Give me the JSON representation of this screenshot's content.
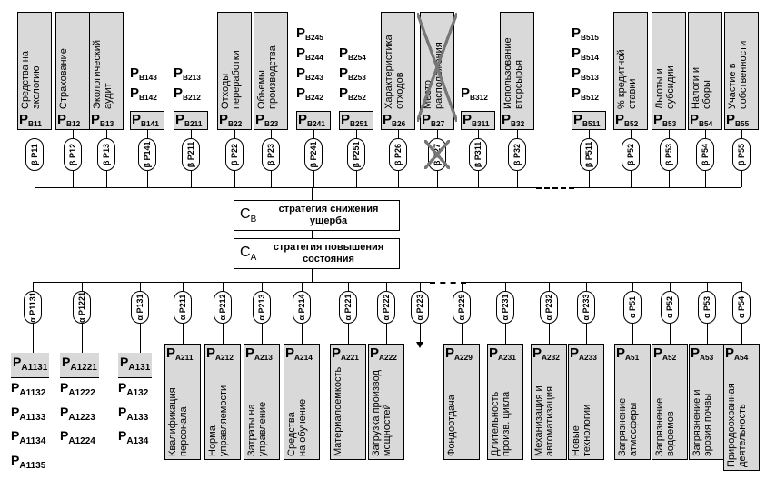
{
  "center": {
    "b_symbol": "C",
    "b_sub": "B",
    "b_text": "стратегия снижения ущерба",
    "a_symbol": "C",
    "a_sub": "A",
    "a_text": "стратегия повышения состояния"
  },
  "top": {
    "boxes": [
      {
        "text": "Средства на\nэкологию",
        "sub": "B11",
        "beta": "P11"
      },
      {
        "text": "Страхование",
        "sub": "B12",
        "beta": "P12"
      },
      {
        "text": "Экологический\nаудит",
        "sub": "B13",
        "beta": "P13"
      },
      {
        "text": "Отходы\nпереработки",
        "sub": "B22",
        "beta": "P22"
      },
      {
        "text": "Объемы\nпроизводства",
        "sub": "B23",
        "beta": "P23"
      },
      {
        "text": "Характеристика\nотходов",
        "sub": "B26",
        "beta": "P26"
      },
      {
        "text": "Место\nрасположения",
        "sub": "B27",
        "beta": "P27"
      },
      {
        "text": "Использование\nвторсырья",
        "sub": "B32",
        "beta": "P32"
      },
      {
        "text": "% кредитной\nставки",
        "sub": "B52",
        "beta": "P52"
      },
      {
        "text": "Льготы и\nсубсидии",
        "sub": "B53",
        "beta": "P53"
      },
      {
        "text": "Налоги и\nсборы",
        "sub": "B54",
        "beta": "P54"
      },
      {
        "text": "Участие в\nсобственности",
        "sub": "B55",
        "beta": "P55"
      }
    ],
    "stacks": [
      {
        "items": [
          "B143",
          "B142"
        ],
        "sub": "B141",
        "beta": "P141"
      },
      {
        "items": [
          "B213",
          "B212"
        ],
        "sub": "B211",
        "beta": "P211"
      },
      {
        "items": [
          "B245",
          "B244",
          "B243",
          "B242"
        ],
        "sub": "B241",
        "beta": "P241"
      },
      {
        "items": [
          "B254",
          "B253",
          "B252"
        ],
        "sub": "B251",
        "beta": "P251"
      },
      {
        "items": [
          "B312"
        ],
        "sub": "B311",
        "beta": "P311"
      },
      {
        "items": [
          "B515",
          "B514",
          "B513",
          "B512"
        ],
        "sub": "B511",
        "beta": "P511"
      }
    ]
  },
  "bottom": {
    "lists": [
      {
        "alpha": "P1131",
        "items": [
          "A1131",
          "A1132",
          "A1133",
          "A1134",
          "A1135"
        ]
      },
      {
        "alpha": "P1221",
        "items": [
          "A1221",
          "A1222",
          "A1223",
          "A1224"
        ]
      },
      {
        "alpha": "P131",
        "items": [
          "A131",
          "A132",
          "A133",
          "A134"
        ]
      }
    ],
    "boxes": [
      {
        "alpha": "P211",
        "sub": "A211",
        "text": "Квалификация\nперсонала"
      },
      {
        "alpha": "P212",
        "sub": "A212",
        "text": "Норма\nуправляемости"
      },
      {
        "alpha": "P213",
        "sub": "A213",
        "text": "Затраты на\nуправление"
      },
      {
        "alpha": "P214",
        "sub": "A214",
        "text": "Средства\nна обучение"
      },
      {
        "alpha": "P221",
        "sub": "A221",
        "text": "Материалоемкость"
      },
      {
        "alpha": "P222",
        "sub": "A222",
        "text": "Загрузка производ\nмощностей"
      },
      {
        "alpha": "P229",
        "sub": "A229",
        "text": "Фондоотдача"
      },
      {
        "alpha": "P231",
        "sub": "A231",
        "text": "Длительность\nпроизв. цикла"
      },
      {
        "alpha": "P232",
        "sub": "A232",
        "text": "Механизация и\nавтоматизация"
      },
      {
        "alpha": "P233",
        "sub": "A233",
        "text": "Новые\nтехнологии"
      },
      {
        "alpha": "P51",
        "sub": "A51",
        "text": "Загрязнение\nатмосферы"
      },
      {
        "alpha": "P52",
        "sub": "A52",
        "text": "Загрязнение\nводоемов"
      },
      {
        "alpha": "P53",
        "sub": "A53",
        "text": "Загрязнение и\nэрозия почвы"
      },
      {
        "alpha": "P54",
        "sub": "A54",
        "text": "Природоохранная\nдеятельность"
      }
    ],
    "extra_alpha": "P223",
    "letter_p": "P",
    "letter_beta": "β",
    "letter_alpha": "α"
  }
}
